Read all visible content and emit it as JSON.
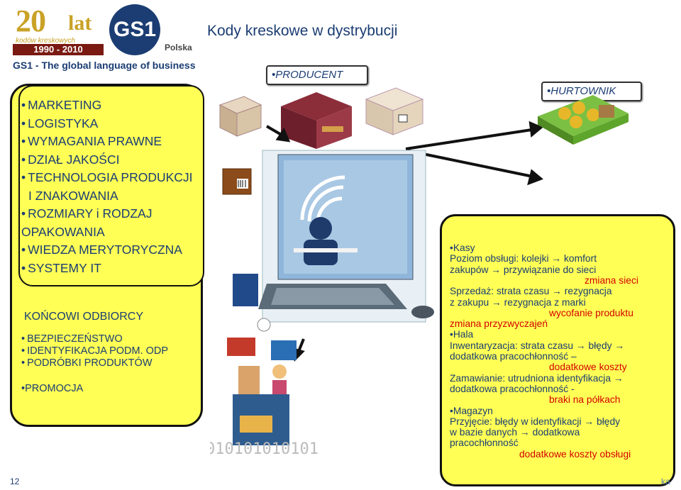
{
  "logo": {
    "number": "20",
    "suffix": "lat",
    "subtitle": "kodów kreskowych",
    "years": "1990 - 2010",
    "brand": "GS1",
    "country": "Polska",
    "tagline": "GS1 - The global language of business"
  },
  "title": "Kody kreskowe w dystrybucji",
  "left_box": {
    "top_items": [
      "MARKETING",
      "LOGISTYKA",
      "WYMAGANIA PRAWNE",
      "DZIAŁ JAKOŚCI",
      "TECHNOLOGIA PRODUKCJI",
      "I ZNAKOWANIA",
      "ROZMIARY i RODZAJ",
      "OPAKOWANIA",
      "WIEDZA MERYTORYCZNA",
      "SYSTEMY IT"
    ],
    "bottom_title": "KOŃCOWI ODBIORCY",
    "bottom_items": [
      "BEZPIECZEŃSTWO",
      "IDENTYFIKACJA PODM. ODP",
      "PODRÓBKI PRODUKTÓW"
    ],
    "promo": "PROMOCJA"
  },
  "labels": {
    "producent": "PRODUCENT",
    "hurtownik": "HURTOWNIK"
  },
  "right_box": {
    "lines": [
      {
        "text": "Kasy",
        "bullet": true,
        "red": false,
        "indent": 0
      },
      {
        "text": "Poziom  obsługi: kolejki → komfort",
        "bullet": false,
        "red": false,
        "indent": 0
      },
      {
        "text": "zakupów → przywiązanie do sieci",
        "bullet": false,
        "red": false,
        "indent": 0
      },
      {
        "text": "zmiana sieci",
        "bullet": false,
        "red": true,
        "indent": 2
      },
      {
        "text": "Sprzedaż: strata czasu → rezygnacja",
        "bullet": false,
        "red": false,
        "indent": 0
      },
      {
        "text": "z zakupu → rezygnacja z marki",
        "bullet": false,
        "red": false,
        "indent": 0
      },
      {
        "text": "wycofanie produktu",
        "bullet": false,
        "red": true,
        "indent": 1
      },
      {
        "text": "zmiana przyzwyczajeń",
        "bullet": false,
        "red": true,
        "indent": 0
      },
      {
        "text": "Hala",
        "bullet": true,
        "red": false,
        "indent": 0
      },
      {
        "text": "Inwentaryzacja: strata czasu → błędy →",
        "bullet": false,
        "red": false,
        "indent": 0
      },
      {
        "text": "dodatkowa pracochłonność –",
        "bullet": false,
        "red": false,
        "indent": 0
      },
      {
        "text": "dodatkowe koszty",
        "bullet": false,
        "red": true,
        "indent": 1
      },
      {
        "text": "Zamawianie: utrudniona identyfikacja →",
        "bullet": false,
        "red": false,
        "indent": 0
      },
      {
        "text": "dodatkowa pracochłonność -",
        "bullet": false,
        "red": false,
        "indent": 0
      },
      {
        "text": "braki na półkach",
        "bullet": false,
        "red": true,
        "indent": 1
      },
      {
        "text": "Magazyn",
        "bullet": true,
        "red": false,
        "indent": 0
      },
      {
        "text": "Przyjęcie: błędy w identyfikacji → błędy",
        "bullet": false,
        "red": false,
        "indent": 0
      },
      {
        "text": "w bazie danych → dodatkowa",
        "bullet": false,
        "red": false,
        "indent": 0
      },
      {
        "text": "pracochłonność",
        "bullet": false,
        "red": false,
        "indent": 0
      },
      {
        "text": "dodatkowe koszty obsługi",
        "bullet": false,
        "red": true,
        "indent": 3
      }
    ]
  },
  "page_number": "12",
  "footer_fragment": "ka"
}
